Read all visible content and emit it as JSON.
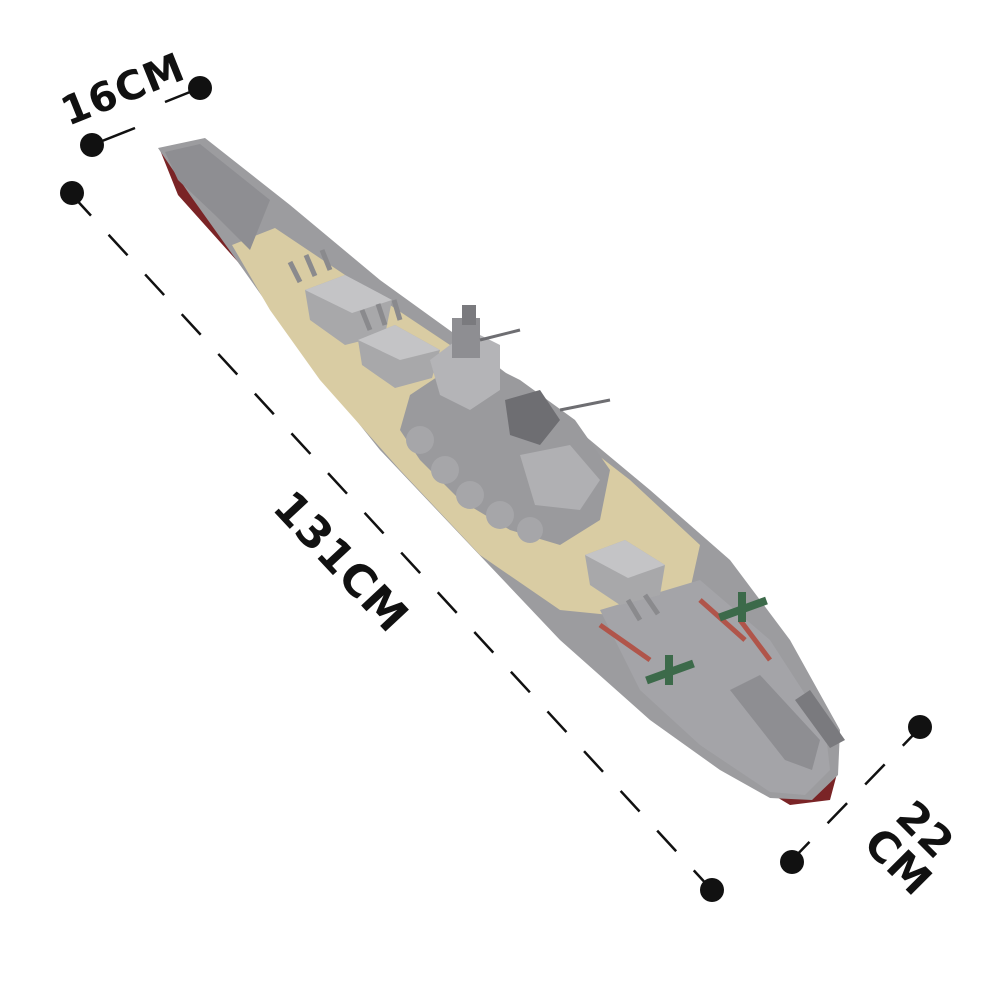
{
  "dimensions": {
    "width_label": "16CM",
    "length_label": "131CM",
    "depth_label_line1": "22",
    "depth_label_line2": "CM"
  },
  "colors": {
    "hull": "#7a2426",
    "deck": "#d9cca3",
    "superstructure": "#a8a8aa",
    "dark_gray": "#6e6e72",
    "aircraft": "#3c6a4a",
    "ink": "#111111"
  }
}
